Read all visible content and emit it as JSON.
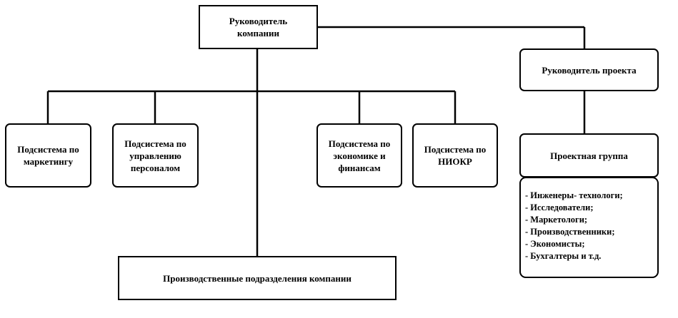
{
  "diagram": {
    "ceo": "Руководитель\nкомпании",
    "project_manager": "Руководитель проекта",
    "subsystems": [
      "Подсистема по\nмаркетингу",
      "Подсистема по\nуправлению\nперсоналом",
      "Подсистема по\nэкономике и\nфинансам",
      "Подсистема по\nНИОКР"
    ],
    "production_units": "Производственные подразделения компании",
    "project_group": "Проектная группа",
    "project_group_members": [
      "- Инженеры- технологи;",
      "- Исследователи;",
      "- Маркетологи;",
      "- Производственники;",
      "- Экономисты;",
      "- Бухгалтеры и т.д."
    ]
  }
}
